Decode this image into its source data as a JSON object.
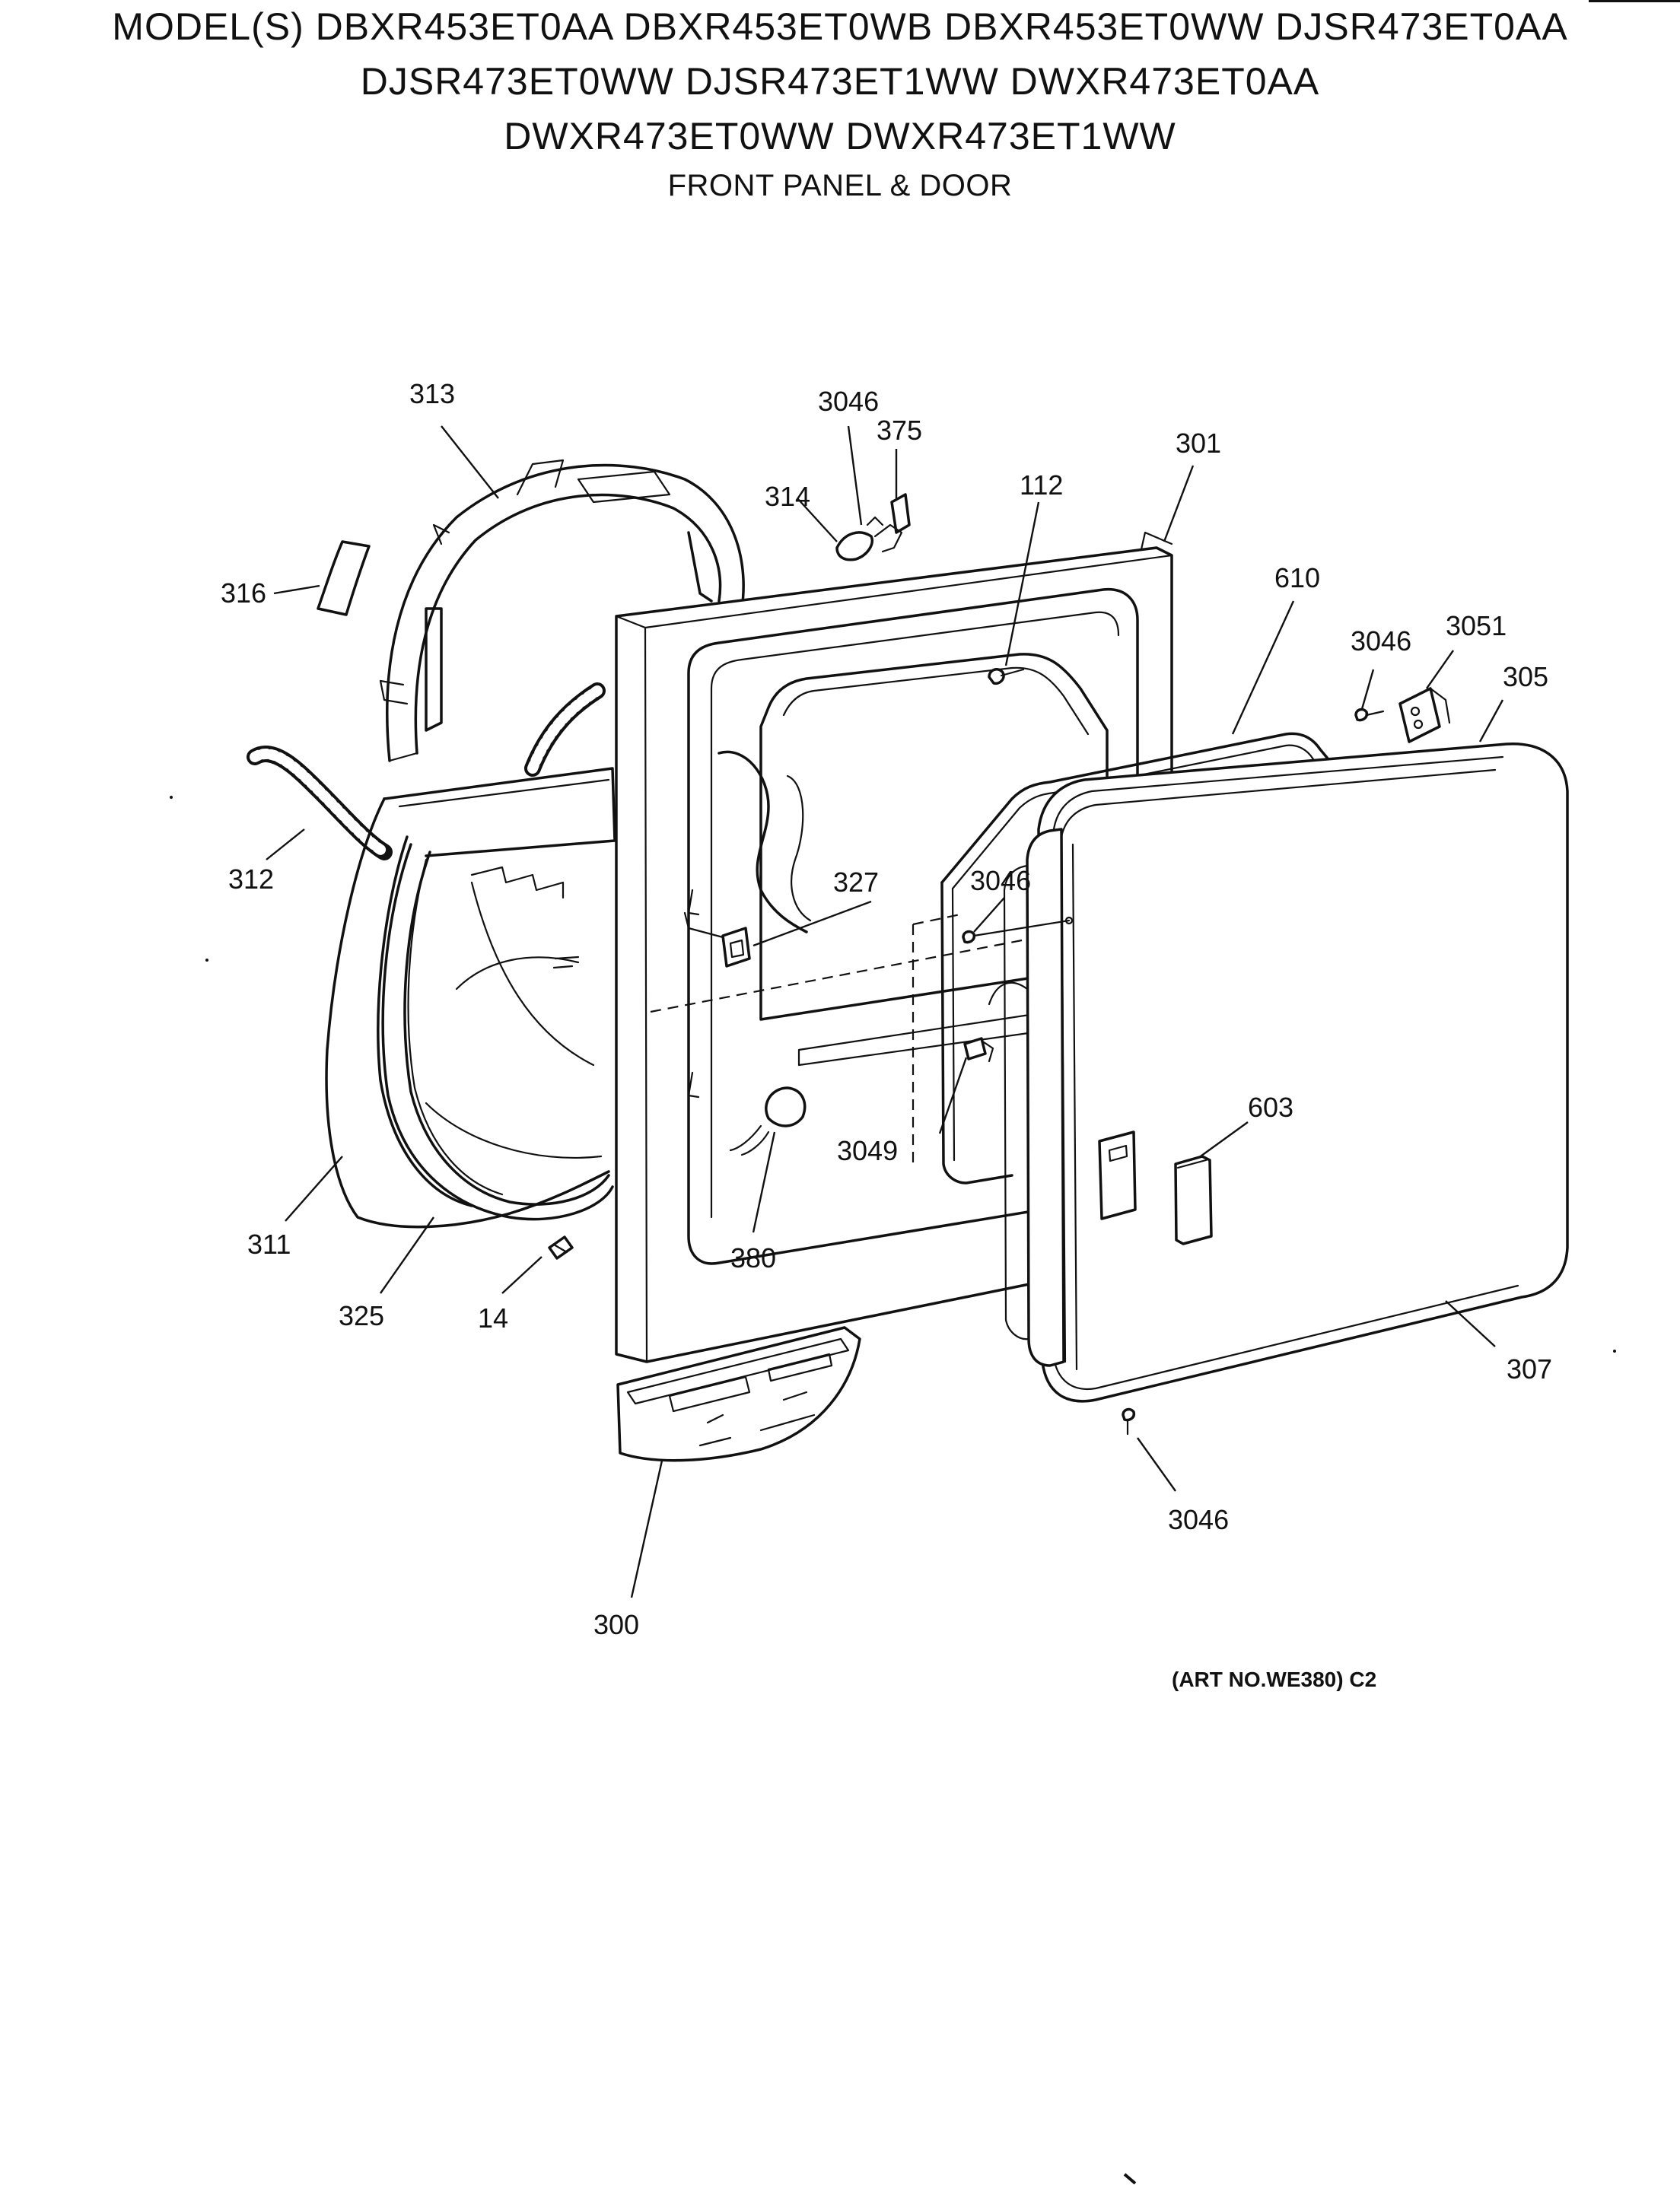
{
  "header": {
    "model_line_1": "MODEL(S) DBXR453ET0AA DBXR453ET0WB DBXR453ET0WW DJSR473ET0AA",
    "model_line_2": "DJSR473ET0WW DJSR473ET1WW DWXR473ET0AA",
    "model_line_3": "DWXR473ET0WW DWXR473ET1WW",
    "section": "FRONT PANEL & DOOR"
  },
  "callouts": {
    "c313": "313",
    "c316": "316",
    "c312": "312",
    "c311": "311",
    "c325": "325",
    "c14": "14",
    "c3046_top": "3046",
    "c375": "375",
    "c314": "314",
    "c112": "112",
    "c301": "301",
    "c327": "327",
    "c380": "380",
    "c300": "300",
    "c610": "610",
    "c3046_right": "3046",
    "c3051": "3051",
    "c305": "305",
    "c3046_mid": "3046",
    "c3049": "3049",
    "c603": "603",
    "c307": "307",
    "c3046_bottom": "3046"
  },
  "footer": {
    "art_no": "(ART NO.WE380) C2"
  }
}
